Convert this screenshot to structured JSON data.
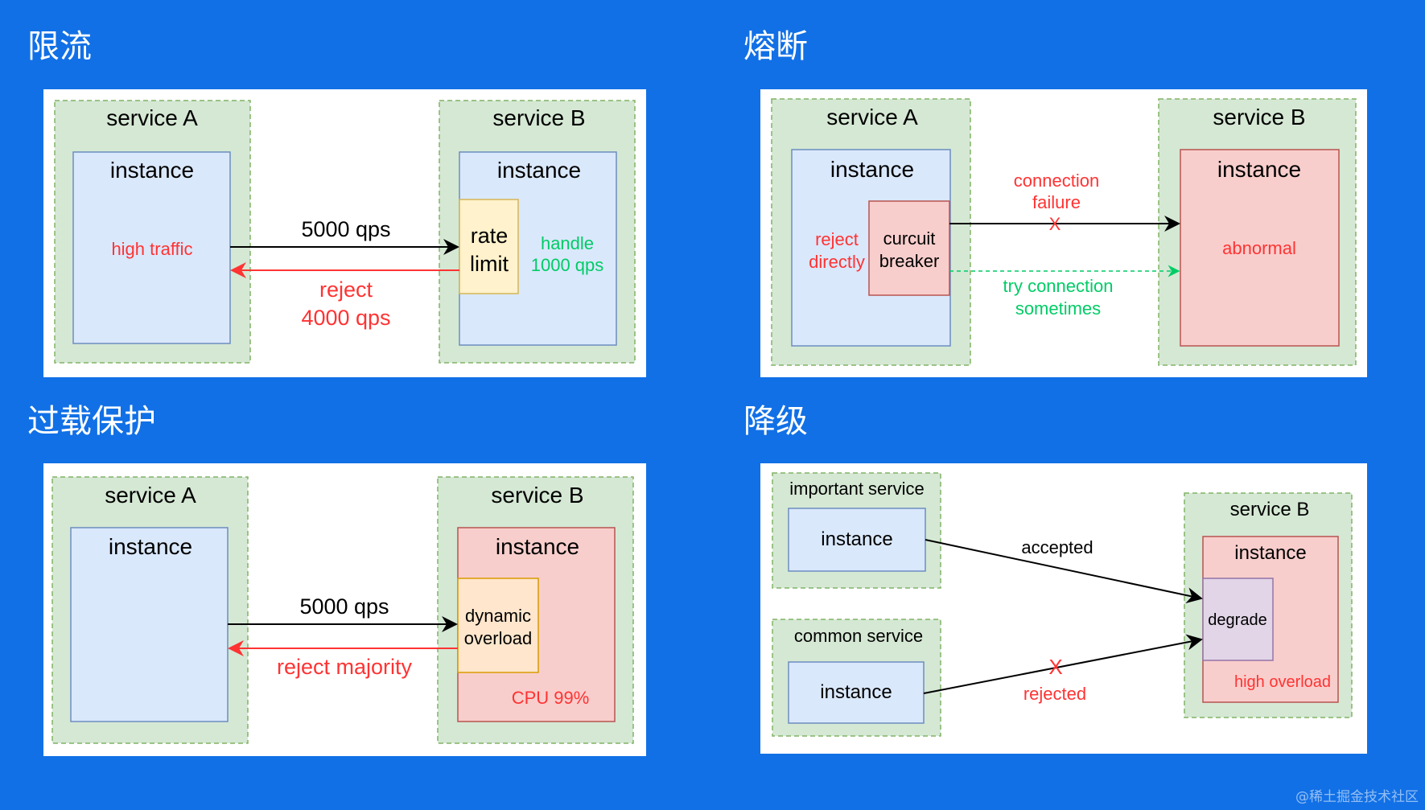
{
  "headings": {
    "rate_limiting": "限流",
    "circuit_breaking": "熔断",
    "overload_protection": "过载保护",
    "degradation": "降级"
  },
  "watermark": "@稀土掘金技术社区",
  "panel1": {
    "service_a": {
      "title": "service A",
      "instance": "instance",
      "note": "high traffic"
    },
    "service_b": {
      "title": "service B",
      "instance": "instance"
    },
    "rate_limit": [
      "rate",
      "limit"
    ],
    "handle": [
      "handle",
      "1000 qps"
    ],
    "request_label": "5000 qps",
    "reject_label": [
      "reject",
      "4000 qps"
    ]
  },
  "panel2": {
    "service_a": {
      "title": "service A",
      "instance": "instance"
    },
    "service_b": {
      "title": "service B",
      "instance": "instance",
      "status": "abnormal"
    },
    "reject_directly": [
      "reject",
      "directly"
    ],
    "breaker": [
      "curcuit",
      "breaker"
    ],
    "connection_failure": [
      "connection",
      "failure"
    ],
    "x_mark": "X",
    "try_connection": [
      "try connection",
      "sometimes"
    ]
  },
  "panel3": {
    "service_a": {
      "title": "service A",
      "instance": "instance"
    },
    "service_b": {
      "title": "service B",
      "instance": "instance",
      "cpu": "CPU 99%"
    },
    "dynamic_overload": [
      "dynamic",
      "overload"
    ],
    "request_label": "5000 qps",
    "reject_label": "reject majority"
  },
  "panel4": {
    "important_service": {
      "title": "important service",
      "instance": "instance"
    },
    "common_service": {
      "title": "common service",
      "instance": "instance"
    },
    "service_b": {
      "title": "service B",
      "instance": "instance",
      "degrade": "degrade",
      "overload": "high overload"
    },
    "accepted": "accepted",
    "rejected": "rejected",
    "x_mark": "X"
  },
  "colors": {
    "background": "#1170e6",
    "service_box_fill": "#d5e8d4",
    "service_box_stroke": "#82b366",
    "instance_blue_fill": "#dae8fc",
    "instance_blue_stroke": "#6c8ebf",
    "instance_red_fill": "#f8cecc",
    "instance_red_stroke": "#b85450",
    "rate_limit_fill": "#fff2cc",
    "rate_limit_stroke": "#d6b656",
    "overload_fill": "#ffe6cc",
    "overload_stroke": "#d79b00",
    "degrade_fill": "#e1d5e7",
    "degrade_stroke": "#9673a6",
    "red_text": "#ff3333",
    "green_text": "#00cc66"
  }
}
